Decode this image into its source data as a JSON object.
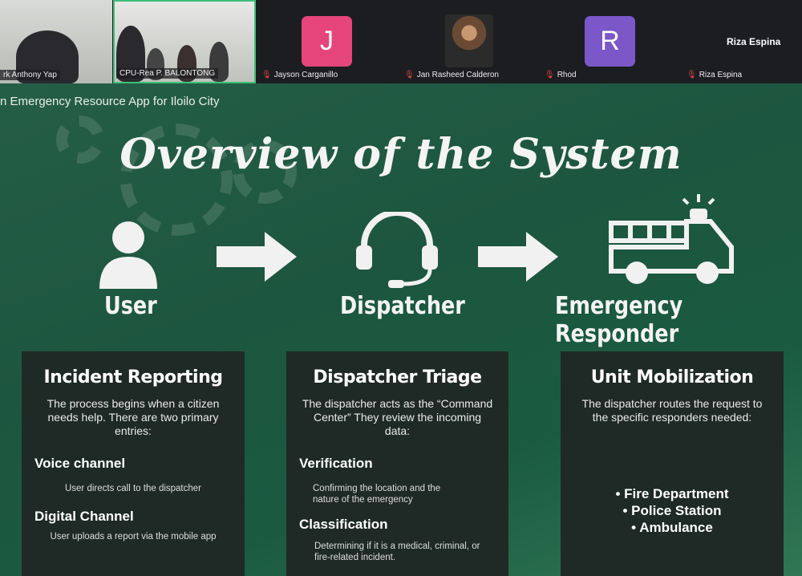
{
  "participants": [
    {
      "name": "rk Anthony Yap",
      "type": "video"
    },
    {
      "name": "CPU-Rea P. BALONTONG",
      "type": "video",
      "active": true
    },
    {
      "name": "Jayson Carganillo",
      "initial": "J",
      "color": "#e5457a",
      "muted": true
    },
    {
      "name": "Jan Rasheed Calderon",
      "type": "photo",
      "muted": true
    },
    {
      "name": "Rhod",
      "initial": "R",
      "color": "#7b57c8",
      "muted": true
    },
    {
      "name": "Riza Espina",
      "display": "Riza Espina",
      "muted": true
    }
  ],
  "slide": {
    "subtitle": "n Emergency Resource App for Iloilo City",
    "title": "Overview of the System",
    "roles": [
      "User",
      "Dispatcher",
      "Emergency Responder"
    ],
    "cards": [
      {
        "title": "Incident Reporting",
        "intro": "The process begins when a citizen needs help. There are two primary  entries:",
        "items": [
          {
            "heading": "Voice channel",
            "desc": "User directs call to the dispatcher"
          },
          {
            "heading": "Digital Channel",
            "desc": "User uploads a report via the mobile app"
          }
        ]
      },
      {
        "title": "Dispatcher Triage",
        "intro": "The dispatcher acts as the “Command Center” They review the incoming data:",
        "items": [
          {
            "heading": "Verification",
            "desc": "Confirming the location and the nature of the emergency"
          },
          {
            "heading": "Classification",
            "desc": "Determining if it is a medical, criminal, or fire-related incident."
          }
        ]
      },
      {
        "title": "Unit Mobilization",
        "intro": "The dispatcher routes the request to the specific responders needed:",
        "list": [
          "Fire Department",
          "Police Station",
          "Ambulance"
        ]
      }
    ]
  }
}
